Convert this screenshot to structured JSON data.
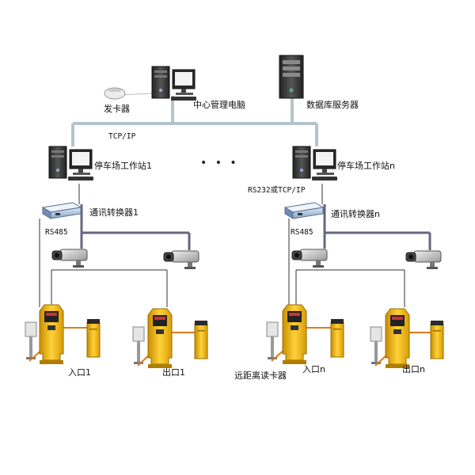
{
  "colors": {
    "network_bus": "#b4c4cc",
    "signal_wire": "#666680",
    "gate_yellow": "#e8b21a",
    "pole_orange": "#e07a1c"
  },
  "labels": {
    "card_issuer": "发卡器",
    "central_pc": "中心管理电脑",
    "db_server": "数据库服务器",
    "tcpip": "TCP/IP",
    "ellipsis": "• • •",
    "ws1": "停车场工作站1",
    "wsn": "停车场工作站n",
    "rs232": "RS232或TCP/IP",
    "conv1": "通讯转换器1",
    "convn": "通讯转换器n",
    "rs485_1": "RS485",
    "rs485_n": "RS485",
    "entry1": "入口1",
    "exit1": "出口1",
    "long_range_reader": "远距离读卡器",
    "entryn": "入口n",
    "exitn": "出口n"
  },
  "icons": {
    "pc": "desktop-computer-icon",
    "server": "server-tower-icon",
    "card_reader": "card-issuer-icon",
    "camera": "security-camera-icon",
    "converter": "communication-converter-icon",
    "ticket_box": "ticket-dispenser-icon",
    "barrier": "barrier-gate-icon",
    "long_reader": "long-range-reader-icon"
  }
}
